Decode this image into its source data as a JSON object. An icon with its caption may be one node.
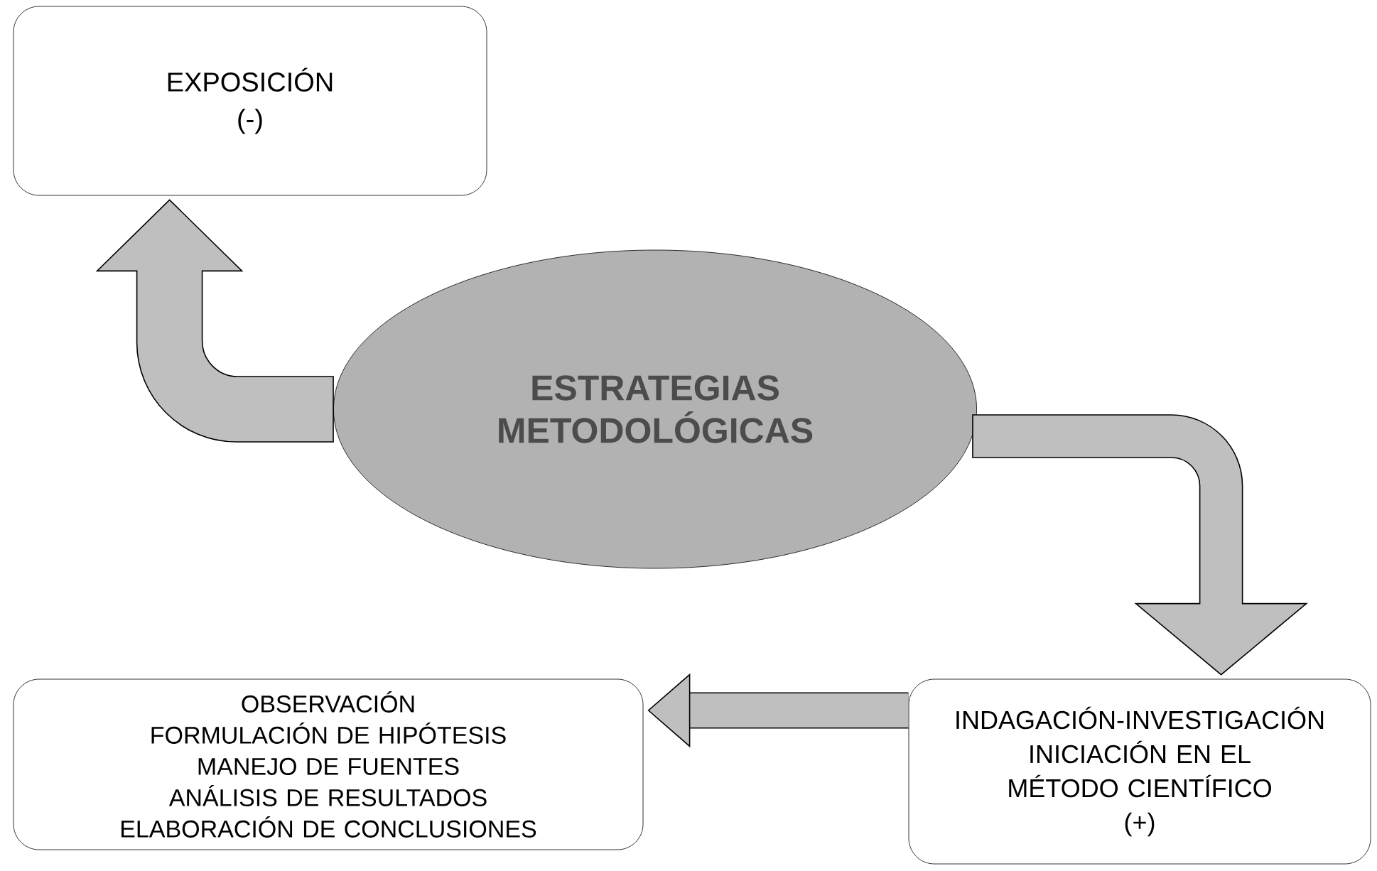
{
  "diagram": {
    "nodes": [
      {
        "text": [
          "EXPOSICIÓN",
          "(-)"
        ]
      },
      {
        "text": [
          "ESTRATEGIAS METODOLÓGICAS"
        ]
      },
      {
        "text": [
          "OBSERVACIÓN",
          "FORMULACIÓN DE HIPÓTESIS",
          "MANEJO DE FUENTES",
          "ANÁLISIS DE RESULTADOS",
          "ELABORACIÓN DE CONCLUSIONES"
        ]
      },
      {
        "text": [
          "INDAGACIÓN-INVESTIGACIÓN",
          "INICIACIÓN EN EL MÉTODO CIENTÍFICO",
          "(+)"
        ]
      }
    ],
    "edges": [
      {
        "from": 1,
        "to": 0,
        "arrow": "to"
      },
      {
        "from": 1,
        "to": 3,
        "arrow": "to"
      },
      {
        "from": 3,
        "to": 2,
        "arrow": "to"
      }
    ]
  }
}
